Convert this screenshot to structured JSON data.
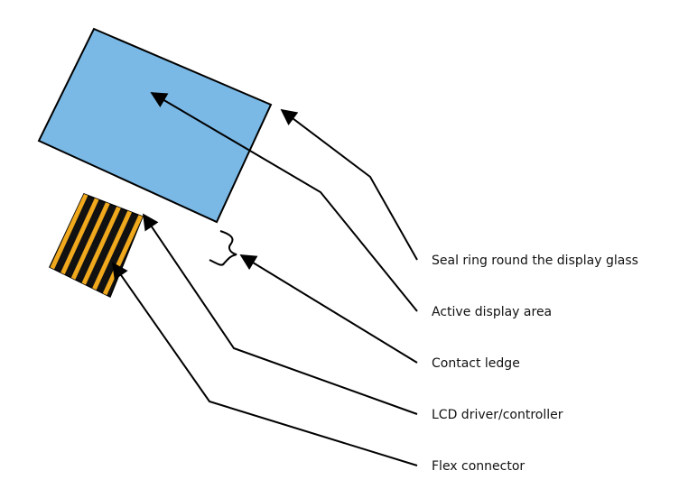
{
  "labels": {
    "seal_ring": "Seal ring round the display glass",
    "active_area": "Active display area",
    "contact_ledge": "Contact ledge",
    "lcd_driver": "LCD driver/controller",
    "flex_connector": "Flex connector"
  },
  "colors": {
    "display_glass_fill": "#7ab9e6",
    "flex_stripe": "#f0a81c",
    "flex_base": "#111111",
    "line": "#000000"
  }
}
